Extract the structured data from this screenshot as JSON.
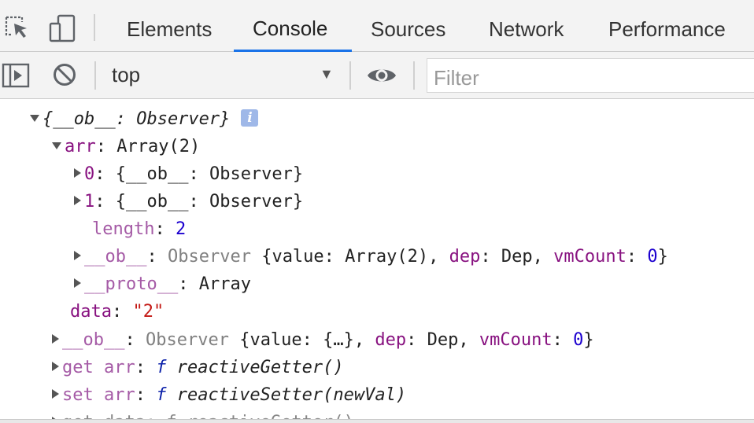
{
  "tabs": [
    {
      "label": "Elements"
    },
    {
      "label": "Console"
    },
    {
      "label": "Sources"
    },
    {
      "label": "Network"
    },
    {
      "label": "Performance"
    }
  ],
  "toolbar": {
    "context": "top",
    "filter_placeholder": "Filter"
  },
  "console": {
    "root": "{__ob__: Observer}",
    "arr_key": "arr",
    "arr_value": "Array(2)",
    "item0_key": "0",
    "item0_value": "{__ob__: Observer}",
    "item1_key": "1",
    "item1_value": "{__ob__: Observer}",
    "length_key": "length",
    "length_value": "2",
    "ob_key": "__ob__",
    "ob_type": "Observer",
    "ob_open": " {value: ",
    "ob_value": "Array(2)",
    "ob_dep_key": "dep",
    "ob_dep_value": "Dep",
    "ob_vm_key": "vmCount",
    "ob_vm_value": "0",
    "proto_key": "__proto__",
    "proto_value": "Array",
    "data_key": "data",
    "data_value": "\"2\"",
    "ob2_key": "__ob__",
    "ob2_type": "Observer",
    "ob2_open": " {value: ",
    "ob2_value": "{…}",
    "ob2_dep_key": "dep",
    "ob2_dep_value": "Dep",
    "ob2_vm_key": "vmCount",
    "ob2_vm_value": "0",
    "getter_key": "get arr",
    "getter_f": "f",
    "getter_name": "reactiveGetter()",
    "setter_key": "set arr",
    "setter_f": "f",
    "setter_name": "reactiveSetter(newVal)",
    "cut_line": "get data: f reactiveGetter()"
  }
}
